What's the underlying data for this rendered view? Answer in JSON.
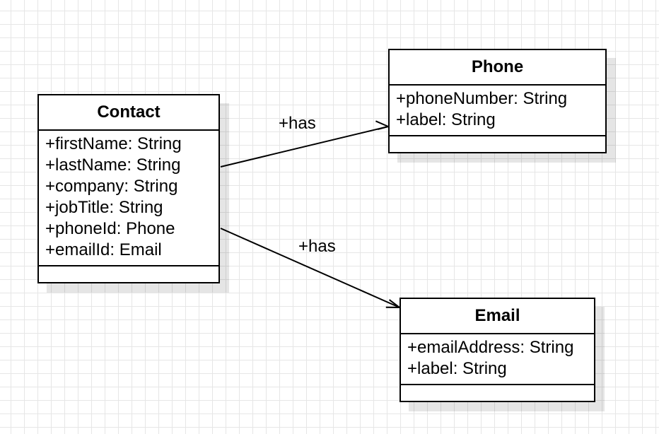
{
  "diagram": {
    "classes": {
      "contact": {
        "name": "Contact",
        "attributes": [
          "+firstName: String",
          "+lastName: String",
          "+company: String",
          "+jobTitle: String",
          "+phoneId: Phone",
          "+emailId: Email"
        ]
      },
      "phone": {
        "name": "Phone",
        "attributes": [
          "+phoneNumber: String",
          "+label: String"
        ]
      },
      "email": {
        "name": "Email",
        "attributes": [
          "+emailAddress: String",
          "+label: String"
        ]
      }
    },
    "associations": [
      {
        "from": "Contact",
        "to": "Phone",
        "label": "+has"
      },
      {
        "from": "Contact",
        "to": "Email",
        "label": "+has"
      }
    ]
  }
}
